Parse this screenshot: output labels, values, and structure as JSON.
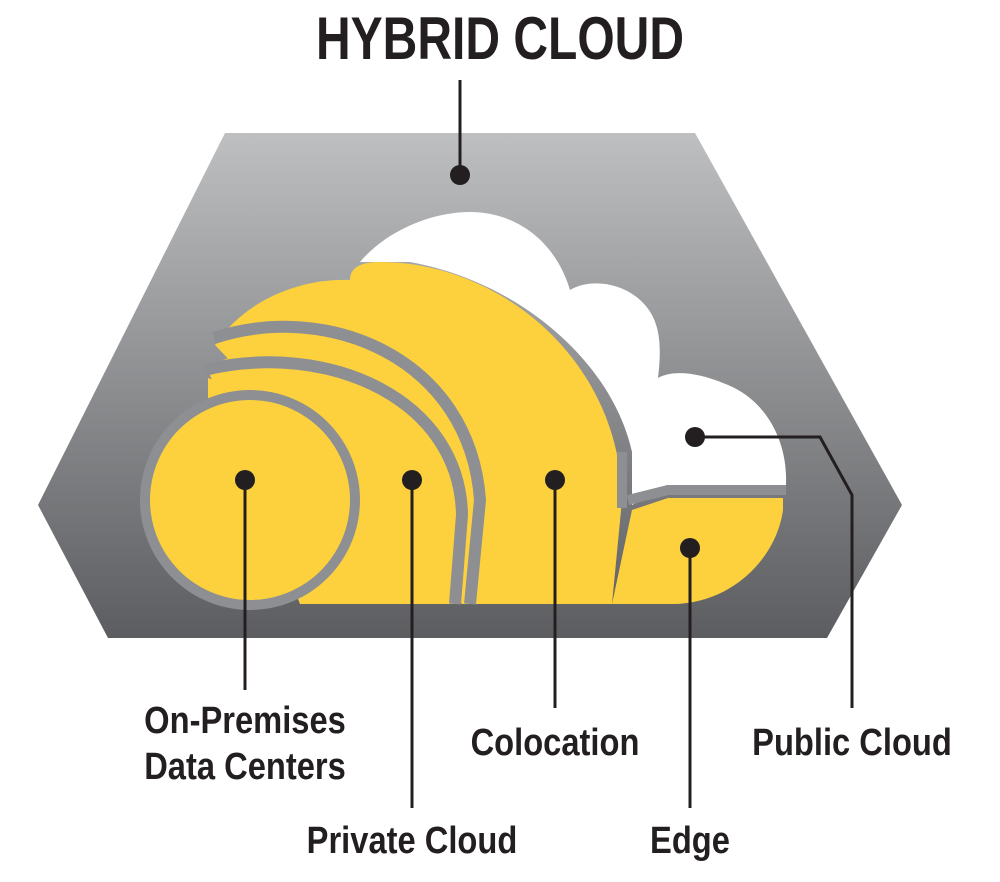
{
  "title": "HYBRID CLOUD",
  "labels": {
    "on_premises_line1": "On-Premises",
    "on_premises_line2": "Data Centers",
    "private_cloud": "Private Cloud",
    "colocation": "Colocation",
    "public_cloud": "Public Cloud",
    "edge": "Edge"
  },
  "colors": {
    "hexagon_top": "#bdbec0",
    "hexagon_bottom": "#5d5e61",
    "yellow": "#fcd13d",
    "separator_gray": "#8e8f92",
    "cloud_white": "#ffffff",
    "text": "#231f20"
  }
}
